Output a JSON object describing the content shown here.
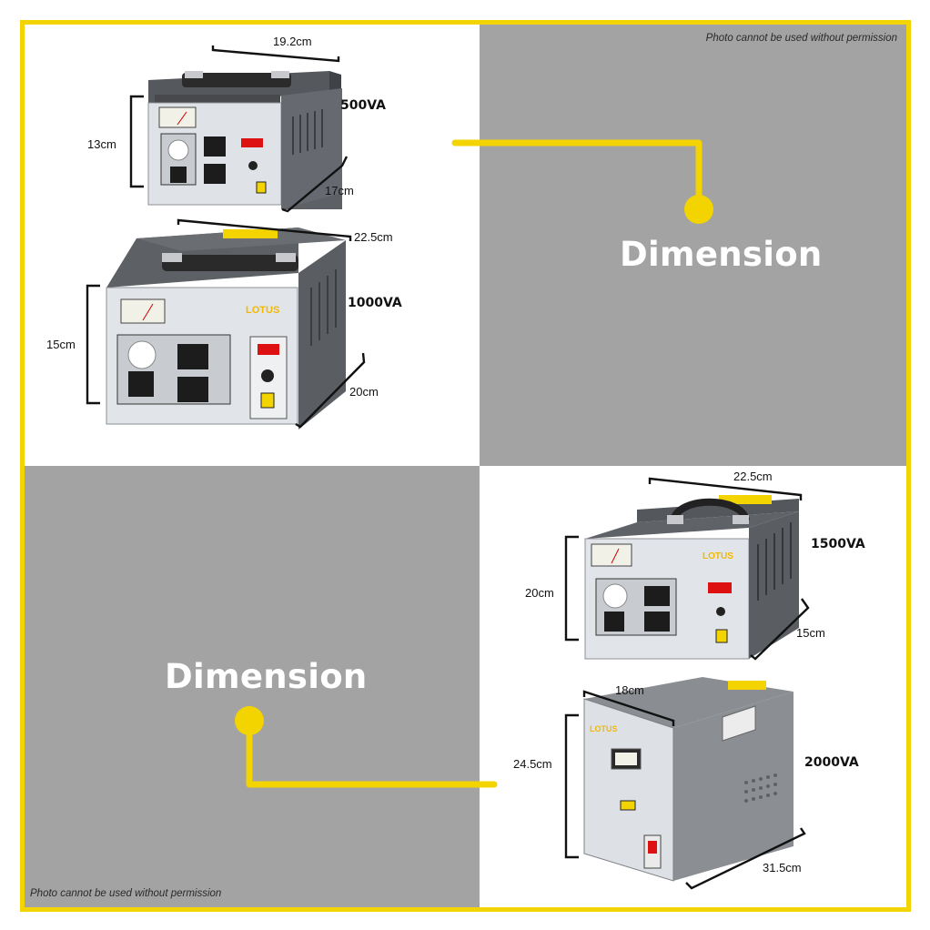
{
  "watermark_top": "Photo cannot be used without permission",
  "watermark_bottom": "Photo cannot be used without permission",
  "heading_top": "Dimension",
  "heading_bottom": "Dimension",
  "colors": {
    "frame": "#f3d400",
    "panel_gray": "#a3a3a3",
    "accent_yellow": "#f3d400",
    "unit_body": "#6e7378",
    "unit_face": "#e3e6ea"
  },
  "products": [
    {
      "rating": "500VA",
      "width": "19.2cm",
      "height": "13cm",
      "depth": "17cm"
    },
    {
      "rating": "1000VA",
      "width": "22.5cm",
      "height": "15cm",
      "depth": "20cm"
    },
    {
      "rating": "1500VA",
      "width": "22.5cm",
      "height": "20cm",
      "depth": "15cm"
    },
    {
      "rating": "2000VA",
      "width": "18cm",
      "height": "24.5cm",
      "depth": "31.5cm"
    }
  ],
  "unit_branding": {
    "brand": "LOTUS"
  }
}
